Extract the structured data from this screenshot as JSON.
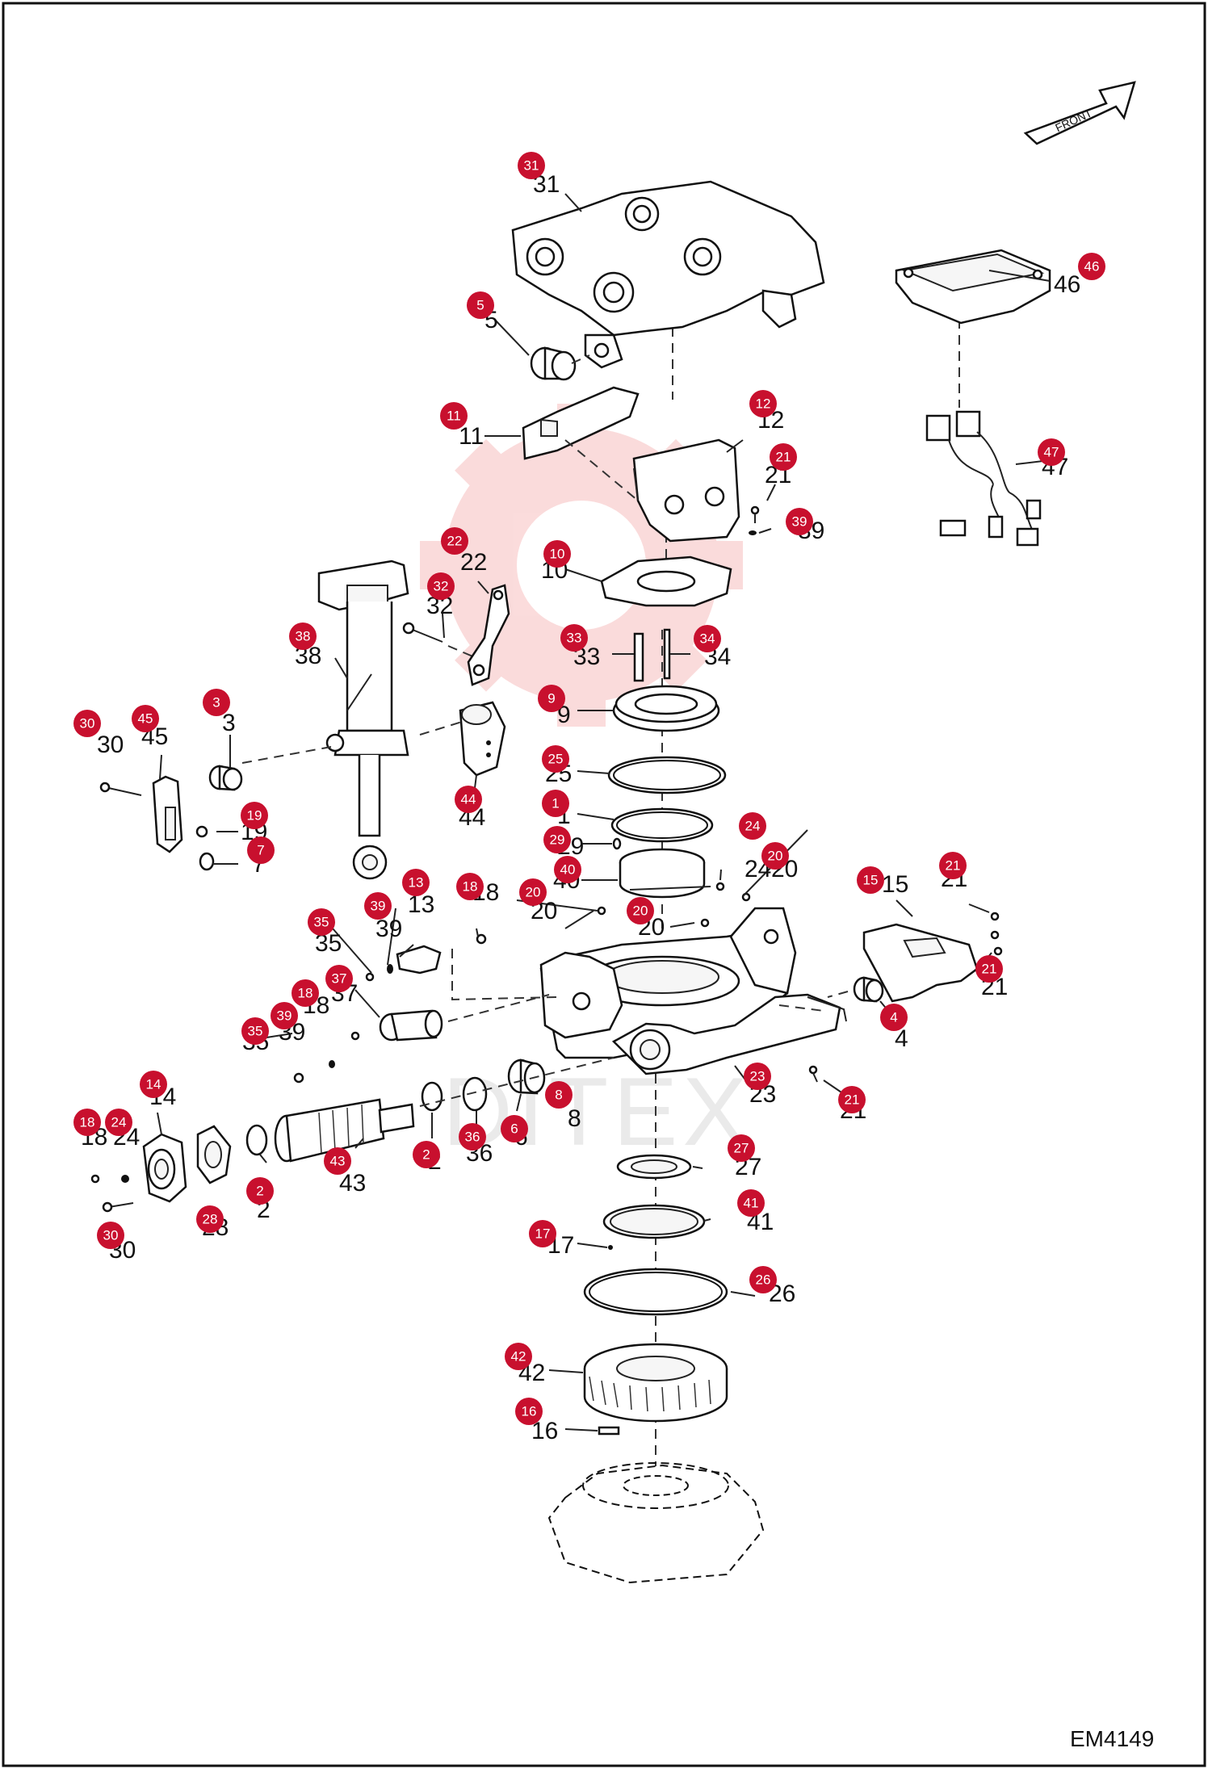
{
  "figure_code": "EM4149",
  "direction_label": "FRONT",
  "watermark_text": "DITEX",
  "parts": [
    {
      "id": "1",
      "text": "1",
      "bubble": "1"
    },
    {
      "id": "2a",
      "text": "2",
      "bubble": "2"
    },
    {
      "id": "2b",
      "text": "2",
      "bubble": "2"
    },
    {
      "id": "3",
      "text": "3",
      "bubble": "3"
    },
    {
      "id": "4",
      "text": "4",
      "bubble": "4"
    },
    {
      "id": "5",
      "text": "5",
      "bubble": "5"
    },
    {
      "id": "6",
      "text": "6",
      "bubble": "6"
    },
    {
      "id": "7",
      "text": "7",
      "bubble": "7"
    },
    {
      "id": "8",
      "text": "8",
      "bubble": "8"
    },
    {
      "id": "9",
      "text": "9",
      "bubble": "9"
    },
    {
      "id": "10",
      "text": "10",
      "bubble": "10"
    },
    {
      "id": "11",
      "text": "11",
      "bubble": "11"
    },
    {
      "id": "12",
      "text": "12",
      "bubble": "12"
    },
    {
      "id": "13",
      "text": "13",
      "bubble": "13"
    },
    {
      "id": "14",
      "text": "14",
      "bubble": "14"
    },
    {
      "id": "15",
      "text": "15",
      "bubble": "15"
    },
    {
      "id": "16",
      "text": "16",
      "bubble": "16"
    },
    {
      "id": "17",
      "text": "17",
      "bubble": "17"
    },
    {
      "id": "18a",
      "text": "18",
      "bubble": "18"
    },
    {
      "id": "18b",
      "text": "18",
      "bubble": "18"
    },
    {
      "id": "18c",
      "text": "18",
      "bubble": "18"
    },
    {
      "id": "19",
      "text": "19",
      "bubble": "19"
    },
    {
      "id": "20a",
      "text": "20",
      "bubble": "20"
    },
    {
      "id": "20b",
      "text": "20",
      "bubble": "20"
    },
    {
      "id": "20c",
      "text": "20",
      "bubble": "20"
    },
    {
      "id": "21a",
      "text": "21",
      "bubble": "21"
    },
    {
      "id": "21b",
      "text": "21",
      "bubble": "21"
    },
    {
      "id": "21c",
      "text": "21",
      "bubble": "21"
    },
    {
      "id": "21d",
      "text": "21",
      "bubble": "21"
    },
    {
      "id": "22",
      "text": "22",
      "bubble": "22"
    },
    {
      "id": "23",
      "text": "23",
      "bubble": "23"
    },
    {
      "id": "24a",
      "text": "24",
      "bubble": "24"
    },
    {
      "id": "24b",
      "text": "24",
      "bubble": "24"
    },
    {
      "id": "25",
      "text": "25",
      "bubble": "25"
    },
    {
      "id": "26",
      "text": "26",
      "bubble": "26"
    },
    {
      "id": "27",
      "text": "27",
      "bubble": "27"
    },
    {
      "id": "28",
      "text": "28",
      "bubble": "28"
    },
    {
      "id": "29",
      "text": "29",
      "bubble": "29"
    },
    {
      "id": "30a",
      "text": "30",
      "bubble": "30"
    },
    {
      "id": "30b",
      "text": "30",
      "bubble": "30"
    },
    {
      "id": "31",
      "text": "31",
      "bubble": "31"
    },
    {
      "id": "32",
      "text": "32",
      "bubble": "32"
    },
    {
      "id": "33",
      "text": "33",
      "bubble": "33"
    },
    {
      "id": "34",
      "text": "34",
      "bubble": "34"
    },
    {
      "id": "35a",
      "text": "35",
      "bubble": "35"
    },
    {
      "id": "35b",
      "text": "35",
      "bubble": "35"
    },
    {
      "id": "36",
      "text": "36",
      "bubble": "36"
    },
    {
      "id": "37",
      "text": "37",
      "bubble": "37"
    },
    {
      "id": "38",
      "text": "38",
      "bubble": "38"
    },
    {
      "id": "39a",
      "text": "39",
      "bubble": "39"
    },
    {
      "id": "39b",
      "text": "39",
      "bubble": "39"
    },
    {
      "id": "39c",
      "text": "39",
      "bubble": "39"
    },
    {
      "id": "40",
      "text": "40",
      "bubble": "40"
    },
    {
      "id": "41",
      "text": "41",
      "bubble": "41"
    },
    {
      "id": "42",
      "text": "42",
      "bubble": "42"
    },
    {
      "id": "43",
      "text": "43",
      "bubble": "43"
    },
    {
      "id": "44",
      "text": "44",
      "bubble": "44"
    },
    {
      "id": "45",
      "text": "45",
      "bubble": "45"
    },
    {
      "id": "46",
      "text": "46",
      "bubble": "46"
    },
    {
      "id": "47",
      "text": "47",
      "bubble": "47"
    }
  ],
  "colors": {
    "bubble": "#c8102e",
    "line": "#222222",
    "watermark": "#f3b3b3"
  }
}
